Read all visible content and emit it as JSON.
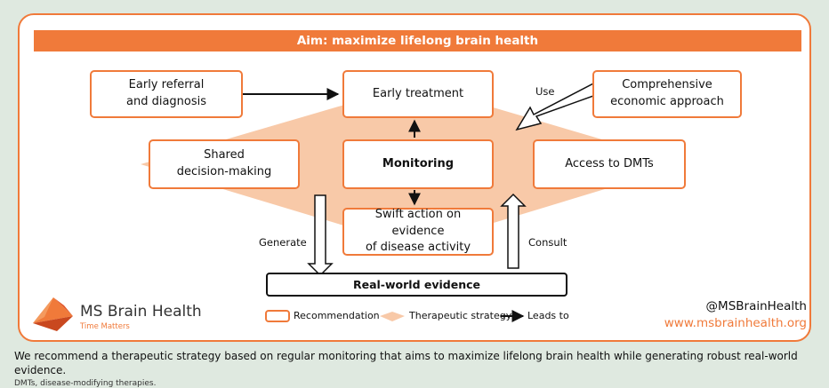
{
  "aim": "Aim: maximize lifelong brain health",
  "boxes": {
    "early_referral": "Early referral\nand diagnosis",
    "early_treatment": "Early treatment",
    "comprehensive": "Comprehensive\neconomic approach",
    "shared": "Shared\ndecision-making",
    "monitoring": "Monitoring",
    "access": "Access to DMTs",
    "swift": "Swift action on evidence\nof disease activity",
    "rwe": "Real-world evidence"
  },
  "labels": {
    "use": "Use",
    "generate": "Generate",
    "consult": "Consult"
  },
  "logo": {
    "name": "MS Brain Health",
    "tagline": "Time Matters"
  },
  "legend": {
    "recommendation": "Recommendation",
    "strategy": "Therapeutic strategy",
    "leads": "Leads to"
  },
  "contact": {
    "handle": "@MSBrainHealth",
    "url": "www.msbrainhealth.org"
  },
  "caption": "We recommend a therapeutic strategy based on regular monitoring that aims to maximize lifelong brain health while generating robust real-world evidence.",
  "footnote": "DMTs, disease-modifying therapies.",
  "colors": {
    "accent": "#f07a3a",
    "diamond": "#f8c9a8",
    "background": "#dfe9e0"
  }
}
